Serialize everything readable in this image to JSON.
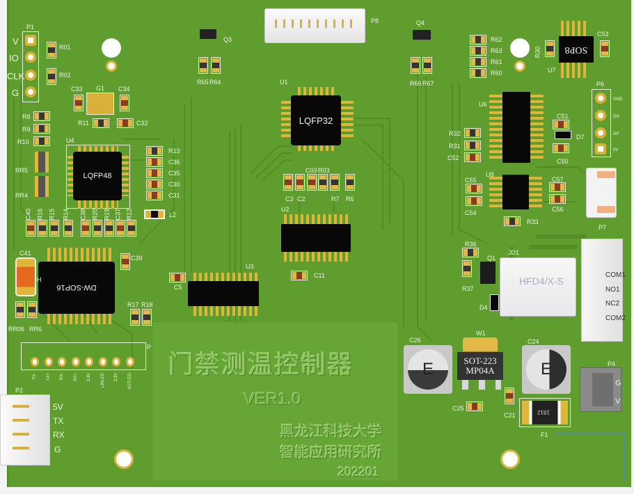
{
  "board": {
    "title": "门禁测温控制器",
    "version": "VER1.0",
    "org_line1": "黑龙江科技大学",
    "org_line2": "智能应用研究所",
    "date": "202201"
  },
  "chips": {
    "u4": "LQFP48",
    "u1": "LQFP32",
    "dw": "DW-SOP16",
    "u7": "SOP8",
    "relay": "HFD4/X-S",
    "w1_line1": "SOT-223",
    "w1_line2": "MP04A",
    "f1": "1812",
    "c26": "E",
    "c24": "E"
  },
  "p1_pins": [
    "V",
    "IO",
    "CLK",
    "G"
  ],
  "p2_pins": [
    "5V",
    "TX",
    "RX",
    "G"
  ],
  "p6_pins": [
    "GND",
    "DN",
    "DP",
    "5V"
  ],
  "p5_pins": [
    "COM1",
    "NO1",
    "NC2",
    "COM2"
  ],
  "p4_pins": [
    "G",
    "V"
  ],
  "eth_pins": [
    "TX-",
    "TX+",
    "RX-",
    "RX+",
    "3.3V",
    "LINLED",
    "3.3V",
    "ACTLED"
  ],
  "silk": {
    "P1": "P1",
    "P2": "P2",
    "P4": "P4",
    "P6": "P6",
    "P7": "P7",
    "P8": "P8",
    "P": "P",
    "U1": "U1",
    "U2": "U2",
    "U3": "U3",
    "U4": "U4",
    "U6": "U6",
    "U7": "U7",
    "U8": "U8",
    "Q1": "Q1",
    "Q3": "Q3",
    "Q4": "Q4",
    "G1": "G1",
    "JD1": "JD1",
    "W1": "W1",
    "F1": "F1",
    "D4": "D4",
    "D7": "D7",
    "L2": "L2",
    "H": "H",
    "R01": "R01",
    "R02": "R02",
    "C33": "C33",
    "C34": "C34",
    "R11": "R11",
    "C32": "C32",
    "R8": "R8",
    "R9": "R9",
    "R10": "R10",
    "RR5": "RR5",
    "RR4": "RR4",
    "R13": "R13",
    "C36": "C36",
    "C35": "C35",
    "C30": "C30",
    "C31": "C31",
    "C40": "C40",
    "R16": "R16",
    "R15": "R15",
    "R14": "R14",
    "C38": "C38",
    "R20": "R20",
    "R19": "R19",
    "C37": "C37",
    "R12": "R12",
    "C39": "C39",
    "C41": "C41",
    "RR06": "RR06",
    "RR6": "RR6",
    "R17": "R17",
    "R18": "R18",
    "R65": "R65",
    "R64": "R64",
    "C5": "C5",
    "C3": "C3",
    "C2": "C2",
    "C03": "C03",
    "R03": "R03",
    "R7": "R7",
    "R6": "R6",
    "C11": "C11",
    "R66": "R66",
    "R67": "R67",
    "R62": "R62",
    "R63": "R63",
    "R61": "R61",
    "R60": "R60",
    "R30": "R30",
    "C53": "C53",
    "R32": "R32",
    "R31": "R31",
    "C52": "C52",
    "C51": "C51",
    "C50": "C50",
    "C55": "C55",
    "C54": "C54",
    "C57": "C57",
    "C56": "C56",
    "R33": "R33",
    "R36": "R36",
    "R37": "R37",
    "C26": "C26",
    "C24": "C24",
    "C25": "C25",
    "C21": "C21"
  },
  "colors": {
    "board": "#5f9e2e",
    "silkscreen": "#eef5e6",
    "pad": "#e0b63a",
    "chip": "#080808"
  }
}
